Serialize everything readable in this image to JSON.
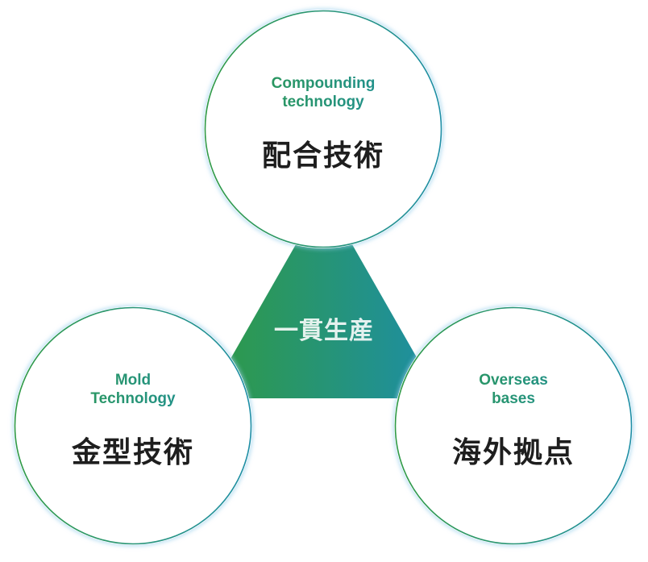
{
  "colors": {
    "gradient_start": "#2f9a45",
    "gradient_end": "#1d8ea6",
    "text_dark": "#1e1e1e",
    "halo": "#96cdeb"
  },
  "center": {
    "label": "一貫生産"
  },
  "nodes": {
    "top": {
      "en_line1": "Compounding",
      "en_line2": "technology",
      "jp": "配合技術"
    },
    "left": {
      "en_line1": "Mold",
      "en_line2": "Technology",
      "jp": "金型技術"
    },
    "right": {
      "en_line1": "Overseas",
      "en_line2": "bases",
      "jp": "海外拠点"
    }
  }
}
